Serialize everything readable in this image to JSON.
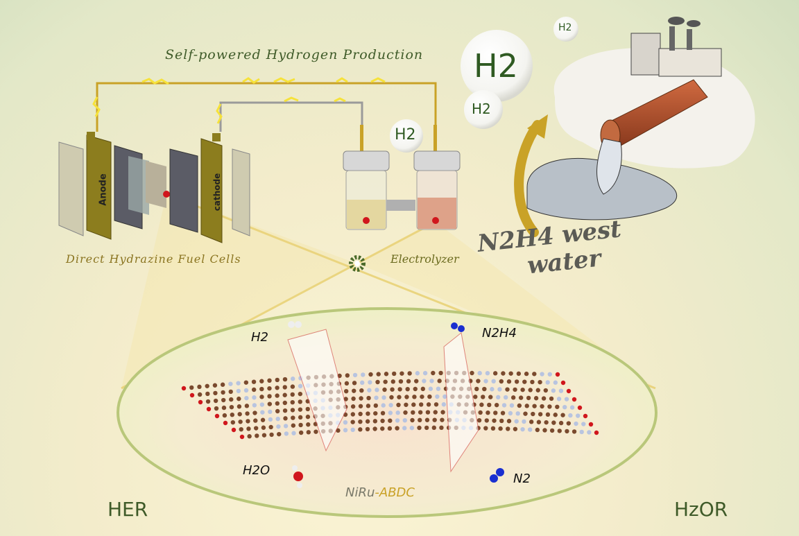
{
  "title": "Self-powered Hydrogen Production",
  "fuel_cell": {
    "label": "Direct Hydrazine Fuel Cells",
    "anode": "Anode",
    "cathode": "cathode"
  },
  "electrolyzer": {
    "label": "Electrolyzer"
  },
  "bubbles": {
    "large": "H2",
    "small_top": "H2",
    "medium": "H2",
    "electrolyzer": "H2"
  },
  "wastewater": {
    "line1": "N2H4 west",
    "line2": "water"
  },
  "catalyst": {
    "name_part1": "NiRu",
    "name_part2": "-ABDC",
    "h2": "H2",
    "n2h4": "N2H4",
    "h2o": "H2O",
    "n2": "N2"
  },
  "reactions": {
    "left": "HER",
    "right": "HzOR"
  },
  "colors": {
    "title_green": "#3e5a28",
    "wire_gold": "#c9a227",
    "atom_brown": "#7a4a2e",
    "oxygen_red": "#d0161c"
  }
}
